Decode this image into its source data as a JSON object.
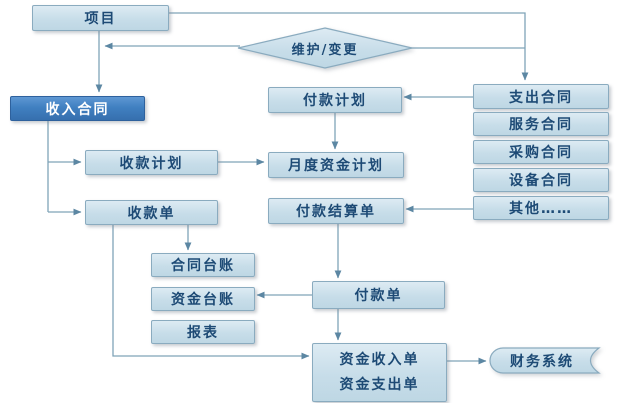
{
  "diagram": {
    "nodes": {
      "project": {
        "label": "项目"
      },
      "maintain_change": {
        "label": "维护/变更"
      },
      "income_contract": {
        "label": "收入合同"
      },
      "payment_plan": {
        "label": "付款计划"
      },
      "expenditure_contract": {
        "label": "支出合同"
      },
      "service_contract": {
        "label": "服务合同"
      },
      "purchase_contract": {
        "label": "采购合同"
      },
      "equipment_contract": {
        "label": "设备合同"
      },
      "others": {
        "label": "其他……"
      },
      "receipt_plan": {
        "label": "收款计划"
      },
      "monthly_fund_plan": {
        "label": "月度资金计划"
      },
      "receipt_slip": {
        "label": "收款单"
      },
      "payment_settlement": {
        "label": "付款结算单"
      },
      "contract_ledger": {
        "label": "合同台账"
      },
      "fund_ledger": {
        "label": "资金台账"
      },
      "report": {
        "label": "报表"
      },
      "payment_slip": {
        "label": "付款单"
      },
      "fund_income_slip": {
        "label": "资金收入单"
      },
      "fund_expenditure_slip": {
        "label": "资金支出单"
      },
      "finance_system": {
        "label": "财务系统"
      }
    },
    "colors": {
      "node_fill": "#c7dde9",
      "node_fill_highlight_top": "#ddebf3",
      "node_border": "#8aabbf",
      "accent_fill": "#4080c1",
      "accent_border": "#2e619d",
      "accent_text": "#ffffff",
      "node_text": "#1d4a75",
      "connector": "#7fa3b8",
      "background": "#ffffff"
    }
  }
}
